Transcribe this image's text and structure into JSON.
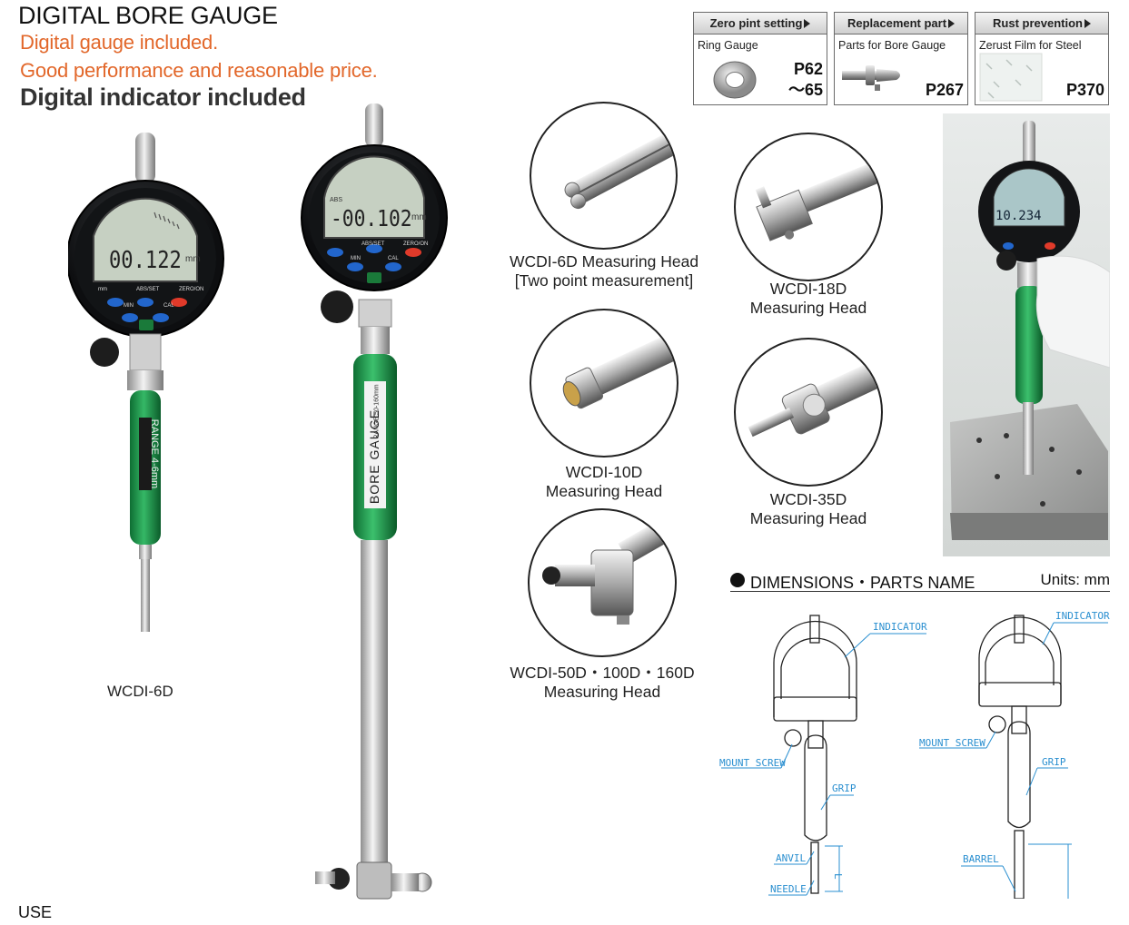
{
  "header": {
    "title": "DIGITAL BORE GAUGE",
    "subtitle_1": "Digital gauge included.",
    "subtitle_2": "Good performance and reasonable price.",
    "subtitle_3": "Digital indicator included"
  },
  "reference_boxes": [
    {
      "heading": "Zero pint setting",
      "label": "Ring Gauge",
      "page": "P62",
      "page_2": "～65"
    },
    {
      "heading": "Replacement part",
      "label": "Parts for Bore Gauge",
      "page": "P267"
    },
    {
      "heading": "Rust prevention",
      "label": "Zerust Film for Steel",
      "page": "P370"
    }
  ],
  "gauges": {
    "small": {
      "display": "00.122",
      "unit": "mm",
      "btn_1": "mm",
      "btn_2": "ABS/SET",
      "btn_3": "ZERO/ON",
      "btn_4": "MIN",
      "btn_5": "CAL",
      "grip_text": "RANGE 4-6mm",
      "model": "WCDI-6D"
    },
    "large": {
      "display": "-00.102",
      "unit": "mm",
      "abs": "ABS",
      "btn_1": "ABS/SET",
      "btn_2": "ZERO/ON",
      "btn_3": "MIN",
      "btn_4": "CAL",
      "grip_text": "BORE GAUGE",
      "grip_range": "RANGE 50-160mm"
    },
    "photo_display": "10.234"
  },
  "heads": [
    {
      "line1": "WCDI-6D Measuring Head",
      "line2": "[Two point measurement]"
    },
    {
      "line1": "WCDI-18D",
      "line2": "Measuring Head"
    },
    {
      "line1": "WCDI-10D",
      "line2": "Measuring Head"
    },
    {
      "line1": "WCDI-35D",
      "line2": "Measuring Head"
    },
    {
      "line1": "WCDI-50D・100D・160D",
      "line2": "Measuring Head"
    }
  ],
  "dimensions": {
    "title": "DIMENSIONS・PARTS NAME",
    "units": "Units: mm",
    "left_labels": {
      "indicator": "INDICATOR",
      "mount_screw": "MOUNT SCREW",
      "grip": "GRIP",
      "anvil": "ANVIL",
      "needle": "NEEDLE",
      "l": "L"
    },
    "right_labels": {
      "indicator": "INDICATOR",
      "mount_screw": "MOUNT SCREW",
      "grip": "GRIP",
      "barrel": "BARREL"
    }
  },
  "footer": {
    "use": "USE"
  },
  "colors": {
    "orange": "#e2672a",
    "grip_green": "#1f9a4d",
    "diagram_blue": "#2a8fd0",
    "lcd": "#c9d3c4"
  }
}
